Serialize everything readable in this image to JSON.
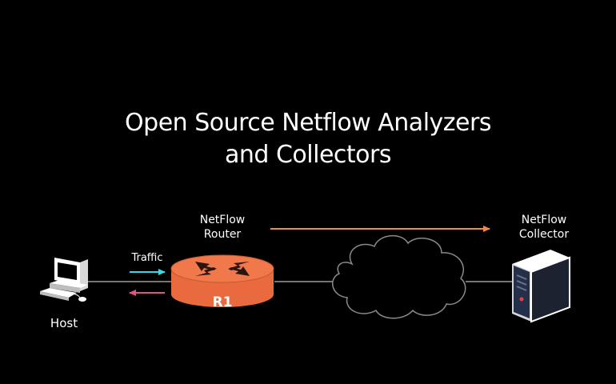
{
  "title": {
    "line1": "Open Source Netflow Analyzers",
    "line2": "and Collectors"
  },
  "nodes": {
    "host": {
      "label": "Host",
      "icon": "desktop-computer-icon"
    },
    "router": {
      "label_line1": "NetFlow",
      "label_line2": "Router",
      "badge": "R1",
      "icon": "router-icon"
    },
    "cloud": {
      "icon": "cloud-icon"
    },
    "collector": {
      "label_line1": "NetFlow",
      "label_line2": "Collector",
      "icon": "server-tower-icon"
    }
  },
  "traffic_label": "Traffic",
  "colors": {
    "background": "#000000",
    "router": "#f0784a",
    "router_dark": "#8c3b1c",
    "netflow_arrow": "#f4894a",
    "traffic_out": "#3fd6e0",
    "traffic_in": "#e8508a",
    "link": "#9a9a9a"
  }
}
